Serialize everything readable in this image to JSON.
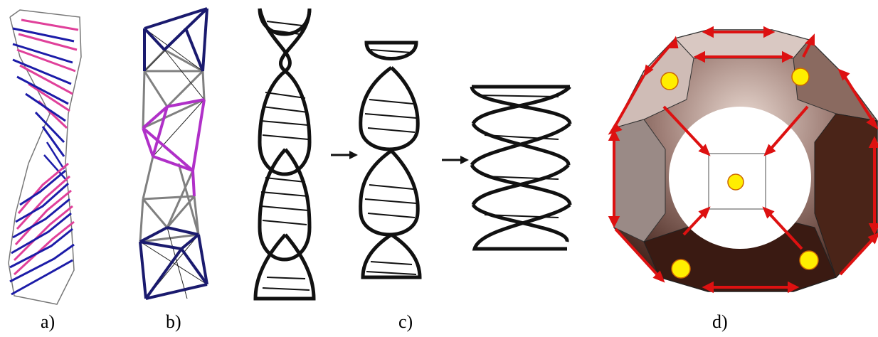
{
  "captions": {
    "a": "a)",
    "b": "b)",
    "c": "c)",
    "d": "d)"
  },
  "colors": {
    "blue": "#1c1ca8",
    "pink": "#e0409a",
    "navy": "#1a1a6e",
    "grey": "#808080",
    "purple": "#b030c8",
    "red": "#dd1111",
    "yellow": "#ffee00",
    "shell_dark": "#3a1a12",
    "shell_light": "#e8d8d0"
  },
  "icons": {
    "panel_a": "twisted-strip-icon",
    "panel_b": "tensegrity-column-icon",
    "panel_c": "double-helix-twist-icon",
    "panel_d": "truncated-polyhedron-icon"
  }
}
